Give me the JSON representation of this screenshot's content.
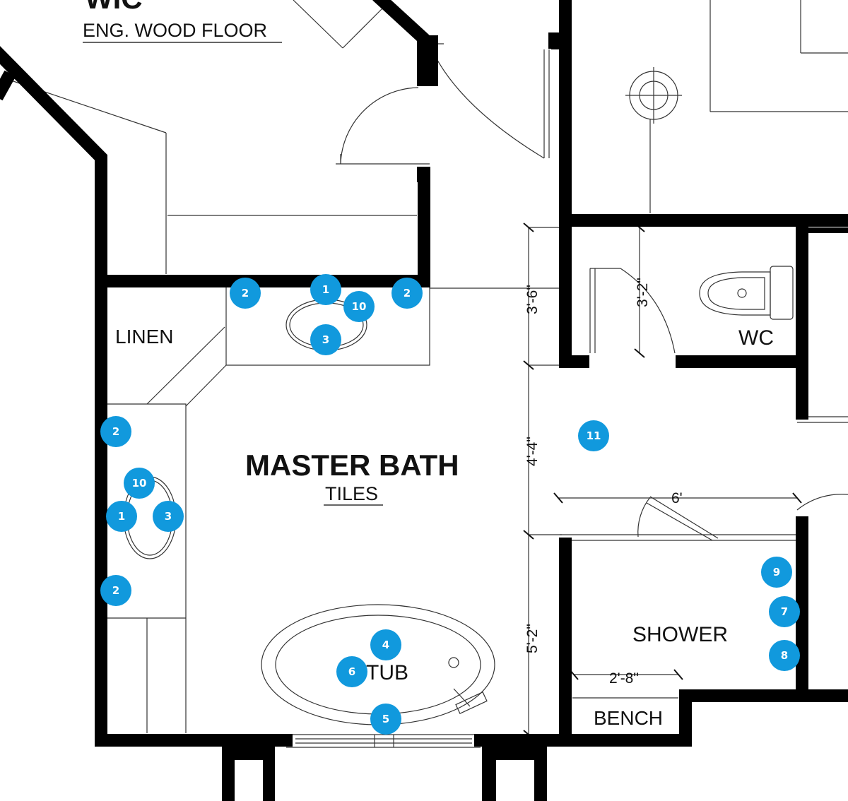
{
  "rooms": {
    "wic": {
      "name": "WIC",
      "finish": "ENG. WOOD FLOOR"
    },
    "master_bath": {
      "name": "MASTER BATH",
      "finish": "TILES"
    },
    "linen": "LINEN",
    "wc": "WC",
    "shower": "SHOWER",
    "bench": "BENCH",
    "tub": "TUB"
  },
  "dimensions": {
    "wc_depth": "3'-6\"",
    "wc_door": "3'-2\"",
    "passage": "4'-4\"",
    "shower_depth": "5'-2\"",
    "shower_width": "6'",
    "bench_width": "2'-8\""
  },
  "fixture_markers": [
    {
      "id": "m-vanity1-2a",
      "label": "2"
    },
    {
      "id": "m-vanity1-1",
      "label": "1"
    },
    {
      "id": "m-vanity1-10",
      "label": "10"
    },
    {
      "id": "m-vanity1-2b",
      "label": "2"
    },
    {
      "id": "m-vanity1-3",
      "label": "3"
    },
    {
      "id": "m-vanity2-2a",
      "label": "2"
    },
    {
      "id": "m-vanity2-10",
      "label": "10"
    },
    {
      "id": "m-vanity2-1",
      "label": "1"
    },
    {
      "id": "m-vanity2-3",
      "label": "3"
    },
    {
      "id": "m-vanity2-2b",
      "label": "2"
    },
    {
      "id": "m-floor-11",
      "label": "11"
    },
    {
      "id": "m-shower-9",
      "label": "9"
    },
    {
      "id": "m-shower-7",
      "label": "7"
    },
    {
      "id": "m-shower-8",
      "label": "8"
    },
    {
      "id": "m-tub-4",
      "label": "4"
    },
    {
      "id": "m-tub-6",
      "label": "6"
    },
    {
      "id": "m-tub-5",
      "label": "5"
    }
  ],
  "colors": {
    "wall": "#000000",
    "line": "#333333",
    "marker": "#1199dd",
    "marker_text": "#ffffff"
  }
}
